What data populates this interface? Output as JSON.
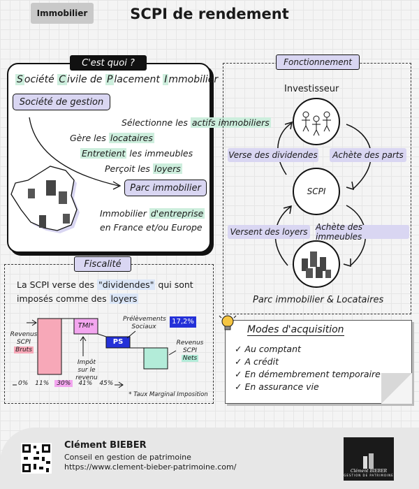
{
  "header": {
    "tag": "Immobilier",
    "title": "SCPI de rendement"
  },
  "cest_quoi": {
    "label": "C'est quoi ?",
    "definition_parts": [
      "S",
      "ociété ",
      "C",
      "ivile de ",
      "P",
      "lacement ",
      "I",
      "mmobilier"
    ],
    "societe_gestion": "Société de gestion",
    "tasks": [
      {
        "pre": "Sélectionne les ",
        "hl": "actifs immobiliers",
        "post": ""
      },
      {
        "pre": "Gère les ",
        "hl": "locataires",
        "post": ""
      },
      {
        "pre": "",
        "hl": "Entretient",
        "post": " les immeubles"
      },
      {
        "pre": "Perçoit les ",
        "hl": "loyers",
        "post": ""
      }
    ],
    "parc": "Parc immobilier",
    "immobilier_pre": "Immobilier ",
    "immobilier_hl": "d'entreprise",
    "immobilier_line2": "en France et/ou Europe"
  },
  "fonctionnement": {
    "label": "Fonctionnement",
    "investisseur": "Investisseur",
    "verse_dividendes": "Verse des dividendes",
    "achete_parts": "Achète des parts",
    "scpi": "SCPI",
    "versent_loyers": "Versent des loyers",
    "achete_immeubles": "Achète des immeubles",
    "parc_locataires": "Parc immobilier & Locataires"
  },
  "fiscalite": {
    "label": "Fiscalité",
    "text_line1_pre": "La SCPI verse des ",
    "text_line1_hl": "\"dividendes\"",
    "text_line1_post": " qui sont",
    "text_line2_pre": "imposés comme des ",
    "text_line2_hl": "loyers",
    "revenus_bruts_1": "Revenus",
    "revenus_bruts_2": "SCPI",
    "revenus_bruts_3": "Bruts",
    "tmi": "TMI*",
    "prelevements_1": "Prélèvements",
    "prelevements_2": "Sociaux",
    "ps_rate": "17,2%",
    "ps": "PS",
    "impot_1": "Impôt",
    "impot_2": "sur le revenu",
    "revenus_nets_1": "Revenus",
    "revenus_nets_2": "SCPI",
    "revenus_nets_3": "Nets",
    "scale": [
      "0%",
      "11%",
      "30%",
      "41%",
      "45%"
    ],
    "footnote": "* Taux Marginal Imposition"
  },
  "modes": {
    "title": "Modes d'acquisition",
    "items": [
      "Au comptant",
      "A crédit",
      "En démembrement temporaire",
      "En assurance vie"
    ]
  },
  "footer": {
    "name": "Clément BIEBER",
    "role": "Conseil en gestion de patrimoine",
    "url": "https://www.clement-bieber-patrimoine.com/",
    "logo_name": "Clément BIEBER",
    "logo_sub": "GESTION DE PATRIMOINE"
  },
  "colors": {
    "lavender": "#d9d6f2",
    "mint": "#cdeedd",
    "pink": "#f7a8b8",
    "magenta": "#f3a6ef",
    "blue": "#2431d8",
    "teal": "#b3ecd9"
  }
}
